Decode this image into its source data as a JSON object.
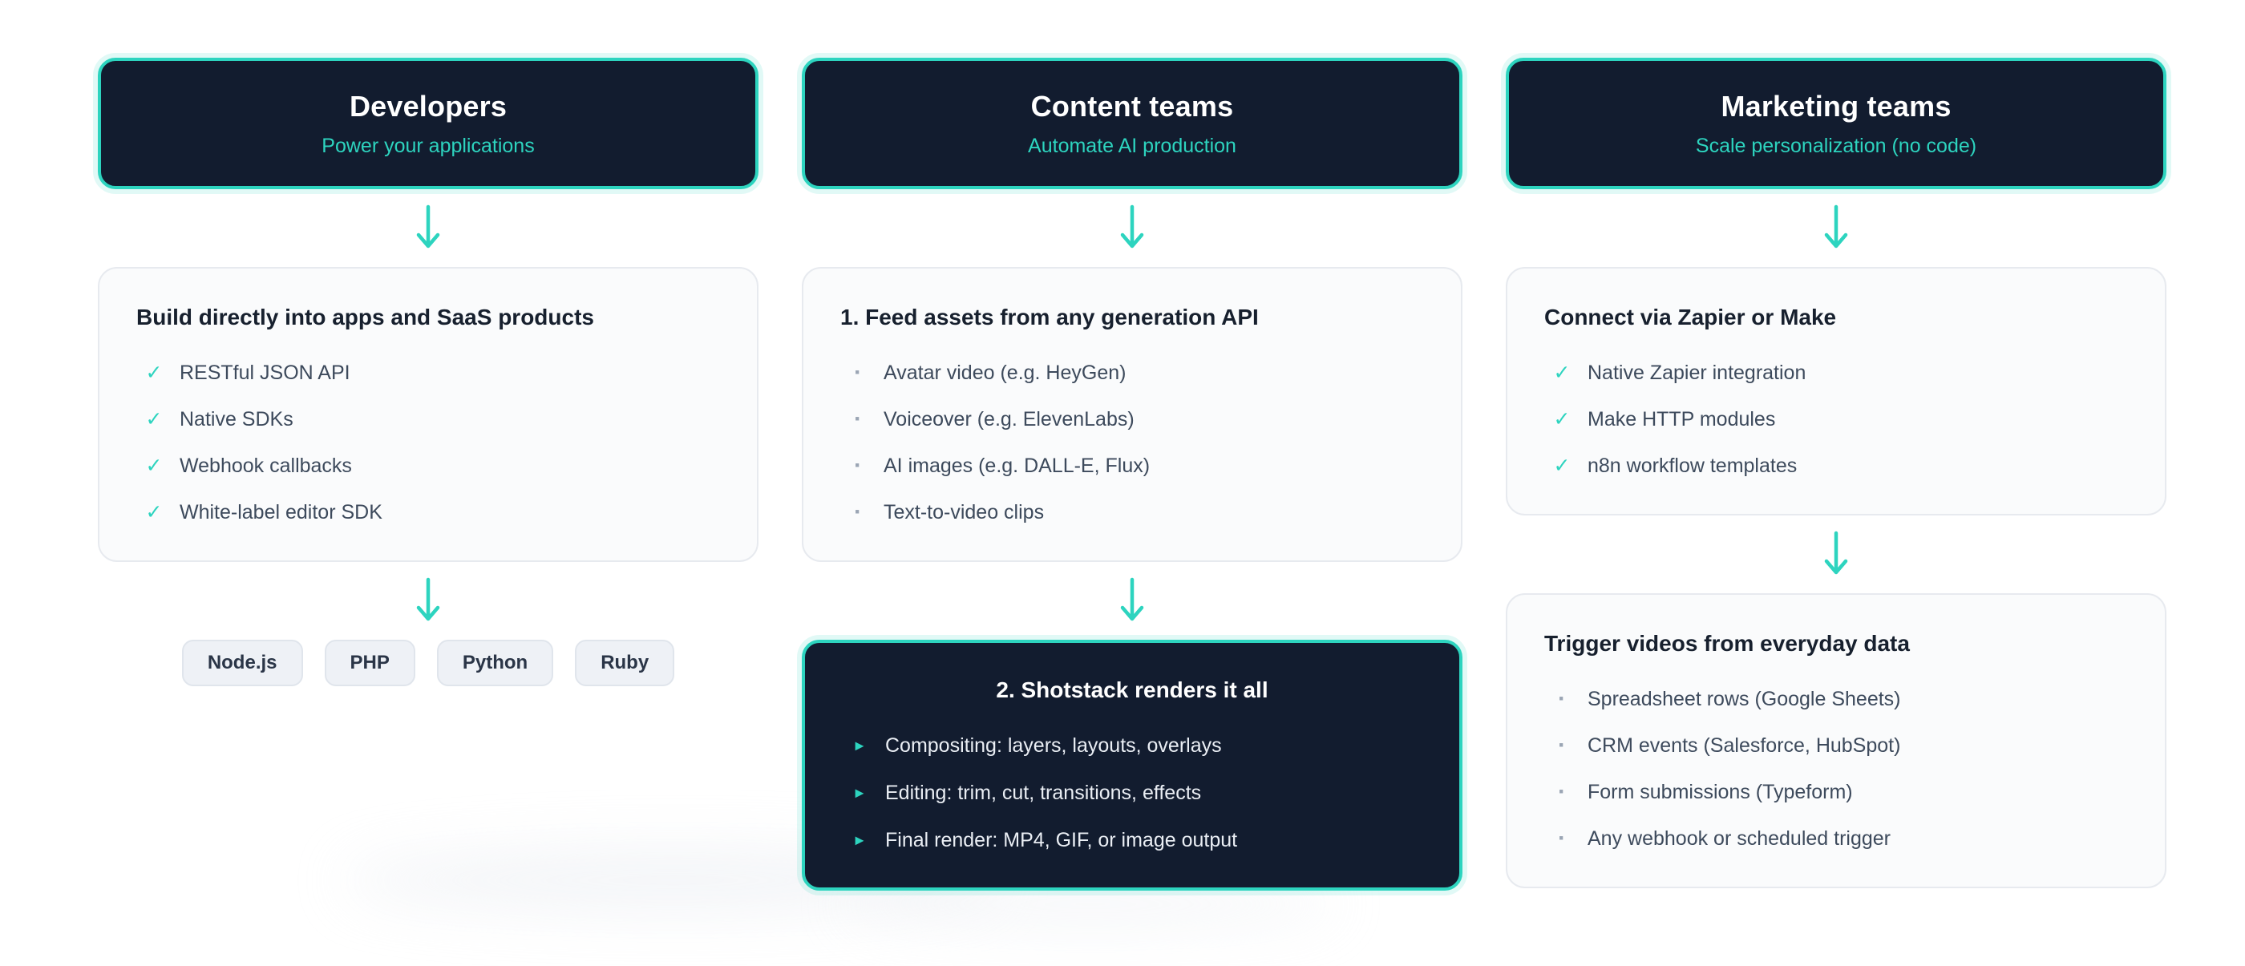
{
  "accent_color": "#2dd4bf",
  "dark_bg": "#121c2f",
  "icons": {
    "check": "✓",
    "dot": "·",
    "triangle": "►"
  },
  "columns": [
    {
      "header": {
        "title": "Developers",
        "subtitle": "Power your applications"
      },
      "card1": {
        "title": "Build directly into apps and SaaS products",
        "items": [
          "RESTful JSON API",
          "Native SDKs",
          "Webhook callbacks",
          "White-label editor SDK"
        ]
      },
      "chips": [
        "Node.js",
        "PHP",
        "Python",
        "Ruby"
      ]
    },
    {
      "header": {
        "title": "Content teams",
        "subtitle": "Automate AI production"
      },
      "card1": {
        "title": "1. Feed assets from any generation API",
        "items": [
          "Avatar video (e.g. HeyGen)",
          "Voiceover (e.g. ElevenLabs)",
          "AI images (e.g. DALL-E, Flux)",
          "Text-to-video clips"
        ]
      },
      "card2": {
        "title": "2. Shotstack renders it all",
        "items": [
          "Compositing: layers, layouts, overlays",
          "Editing: trim, cut, transitions, effects",
          "Final render: MP4, GIF, or image output"
        ]
      }
    },
    {
      "header": {
        "title": "Marketing teams",
        "subtitle": "Scale personalization (no code)"
      },
      "card1": {
        "title": "Connect via Zapier or Make",
        "items": [
          "Native Zapier integration",
          "Make HTTP modules",
          "n8n workflow templates"
        ]
      },
      "card2": {
        "title": "Trigger videos from everyday data",
        "items": [
          "Spreadsheet rows (Google Sheets)",
          "CRM events (Salesforce, HubSpot)",
          "Form submissions (Typeform)",
          "Any webhook or scheduled trigger"
        ]
      }
    }
  ]
}
